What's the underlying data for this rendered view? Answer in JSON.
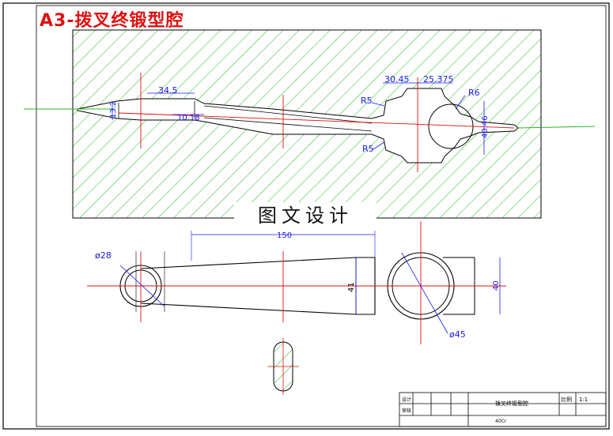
{
  "title": "A3-拨叉终锻型腔",
  "watermark": "图文设计",
  "dims_top": {
    "d_34_5": "34.5",
    "d_30_45": "30.45",
    "d_25_375": "25.375",
    "r5_upper": "R5",
    "r5_lower": "R5",
    "r6": "R6",
    "d_10_18": "10.18",
    "d_13_2": "13.2",
    "d_40_46": "40.46"
  },
  "dims_bottom": {
    "dia_28": "ø28",
    "dia_45": "ø45",
    "d_41": "41",
    "d_40": "40",
    "d_top": "150"
  },
  "title_block": {
    "designer_label": "设计",
    "checker_label": "审核",
    "drawing_name": "拨叉终锻型腔",
    "scale_label": "比例",
    "scale_value": "1:1",
    "material": "40Cr"
  },
  "colors": {
    "hatch": "#22bb22",
    "centerline": "#e01010",
    "dimension": "#1a1aee",
    "outline": "#000000"
  }
}
